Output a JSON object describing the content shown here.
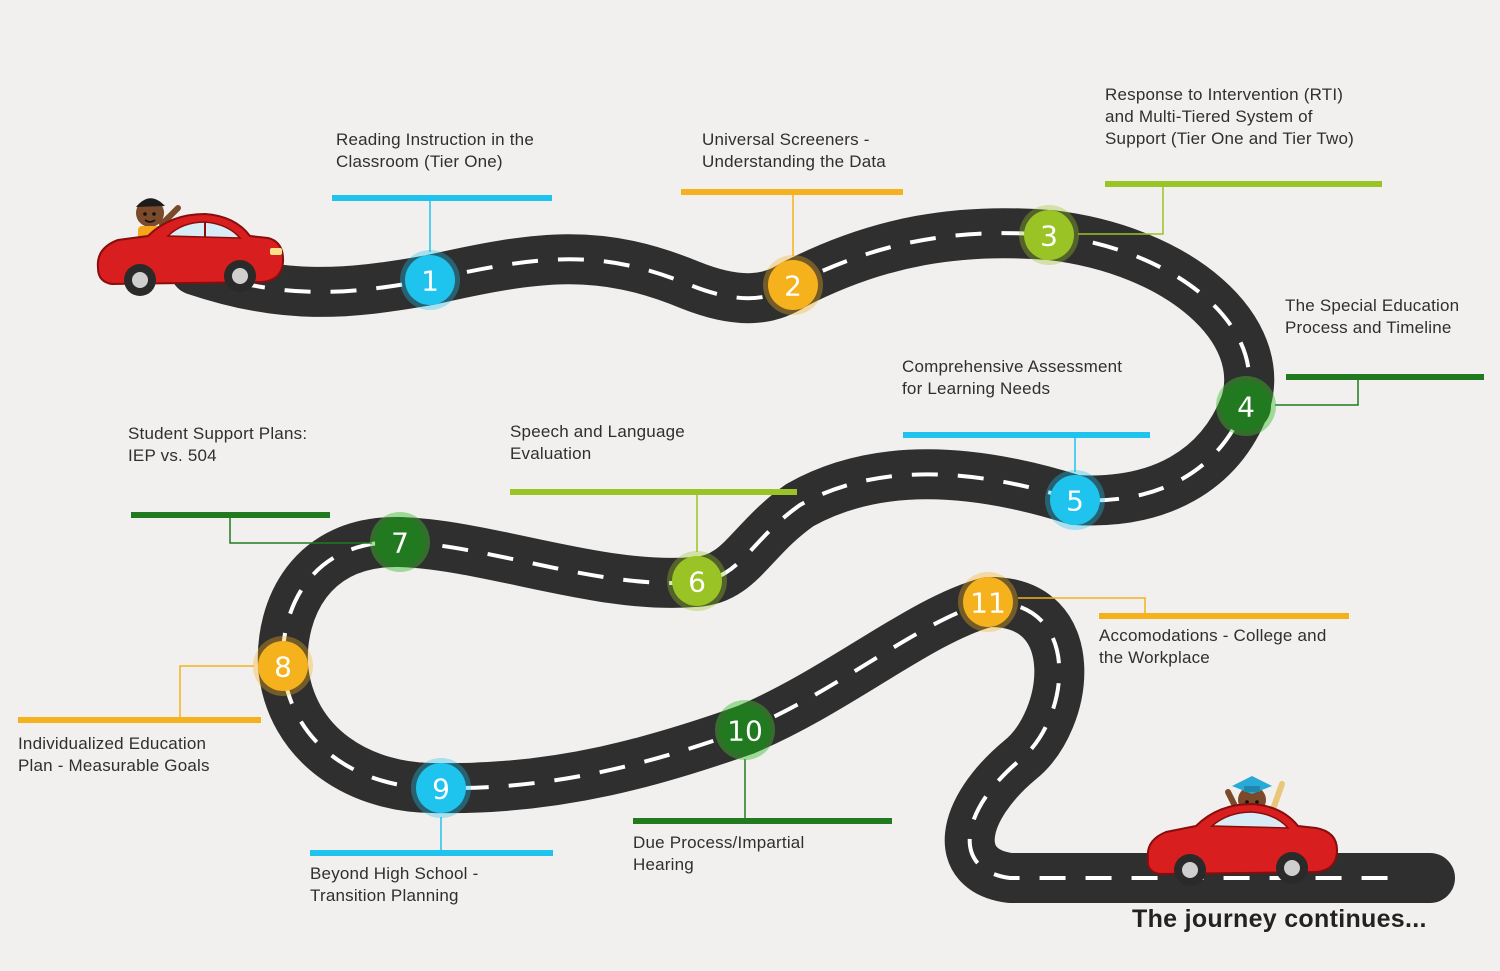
{
  "colors": {
    "background": "#f1f0ee",
    "road": "#2f2f2f",
    "lane_dash": "#ffffff",
    "light_blue": "#1ec3ee",
    "orange": "#f6b21c",
    "lime": "#9ac325",
    "dark_green": "#217a1f",
    "car_red": "#d81e1e"
  },
  "steps": [
    {
      "number": "1",
      "label": "Reading Instruction in the\nClassroom (Tier One)",
      "color": "#1ec3ee"
    },
    {
      "number": "2",
      "label": "Universal Screeners -\nUnderstanding the Data",
      "color": "#f6b21c"
    },
    {
      "number": "3",
      "label": "Response to Intervention (RTI)\nand Multi-Tiered System of\nSupport (Tier One and Tier Two)",
      "color": "#9ac325"
    },
    {
      "number": "4",
      "label": "The Special Education\nProcess and Timeline",
      "color": "#217a1f"
    },
    {
      "number": "5",
      "label": "Comprehensive Assessment\nfor Learning Needs",
      "color": "#1ec3ee"
    },
    {
      "number": "6",
      "label": "Speech and Language\nEvaluation",
      "color": "#9ac325"
    },
    {
      "number": "7",
      "label": "Student Support Plans:\nIEP vs. 504",
      "color": "#217a1f"
    },
    {
      "number": "8",
      "label": "Individualized Education\nPlan - Measurable Goals",
      "color": "#f6b21c"
    },
    {
      "number": "9",
      "label": "Beyond High School -\nTransition Planning",
      "color": "#1ec3ee"
    },
    {
      "number": "10",
      "label": "Due Process/Impartial\nHearing",
      "color": "#217a1f"
    },
    {
      "number": "11",
      "label": "Accomodations - College and\nthe Workplace",
      "color": "#f6b21c"
    }
  ],
  "closing_text": "The journey continues..."
}
